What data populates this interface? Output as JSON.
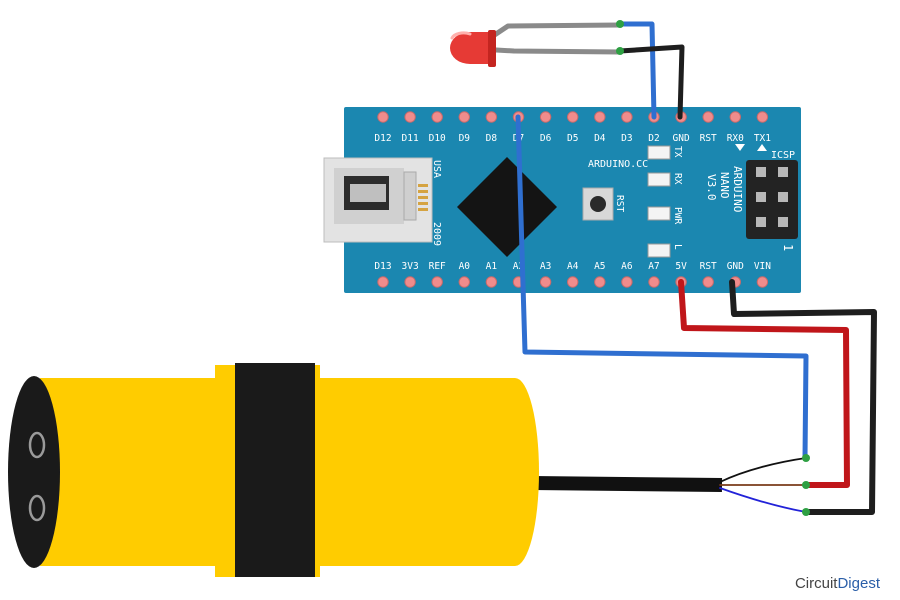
{
  "board": {
    "name_lines": [
      "ARDUINO",
      "NANO",
      "V3.0"
    ],
    "brand": "ARDUINO.CC",
    "usa": "USA",
    "year": "2009",
    "rst_button": "RST",
    "icsp": "ICSP",
    "icsp_pin1": "1",
    "leds": [
      "TX",
      "RX",
      "PWR",
      "L"
    ],
    "top_pins": [
      "D12",
      "D11",
      "D10",
      "D9",
      "D8",
      "D7",
      "D6",
      "D5",
      "D4",
      "D3",
      "D2",
      "GND",
      "RST",
      "RX0",
      "TX1"
    ],
    "bottom_pins": [
      "D13",
      "3V3",
      "REF",
      "A0",
      "A1",
      "A2",
      "A3",
      "A4",
      "A5",
      "A6",
      "A7",
      "5V",
      "RST",
      "GND",
      "VIN"
    ]
  },
  "colors": {
    "board": "#1b87b0",
    "pin": "#f08c8c",
    "blue_wire": "#2f6fd0",
    "red_wire": "#c0161a",
    "black_wire": "#1e1e1e",
    "grey_wire": "#888888",
    "led": "#e63a35",
    "sensor_body": "#ffcc00"
  },
  "logo": {
    "text_a": "Circuit",
    "text_b": "Digest"
  }
}
